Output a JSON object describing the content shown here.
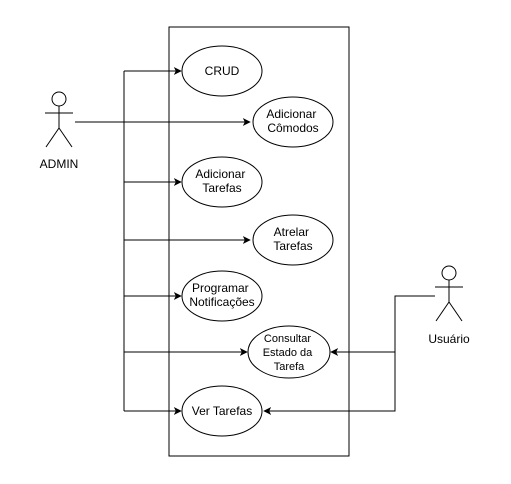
{
  "colors": {
    "stroke": "#000000",
    "fill": "#ffffff",
    "text": "#000000"
  },
  "actors": {
    "admin": {
      "label": "ADMIN"
    },
    "usuario": {
      "label": "Usuário"
    }
  },
  "use_cases": [
    {
      "id": "crud",
      "lines": [
        "CRUD"
      ]
    },
    {
      "id": "adicionar-comodos",
      "lines": [
        "Adicionar",
        "Cômodos"
      ]
    },
    {
      "id": "adicionar-tarefas",
      "lines": [
        "Adicionar",
        "Tarefas"
      ]
    },
    {
      "id": "atrelar-tarefas",
      "lines": [
        "Atrelar",
        "Tarefas"
      ]
    },
    {
      "id": "programar-notificacoes",
      "lines": [
        "Programar",
        "Notificações"
      ]
    },
    {
      "id": "consultar-estado",
      "lines": [
        "Consultar",
        "Estado da",
        "Tarefa"
      ]
    },
    {
      "id": "ver-tarefas",
      "lines": [
        "Ver Tarefas"
      ]
    }
  ]
}
